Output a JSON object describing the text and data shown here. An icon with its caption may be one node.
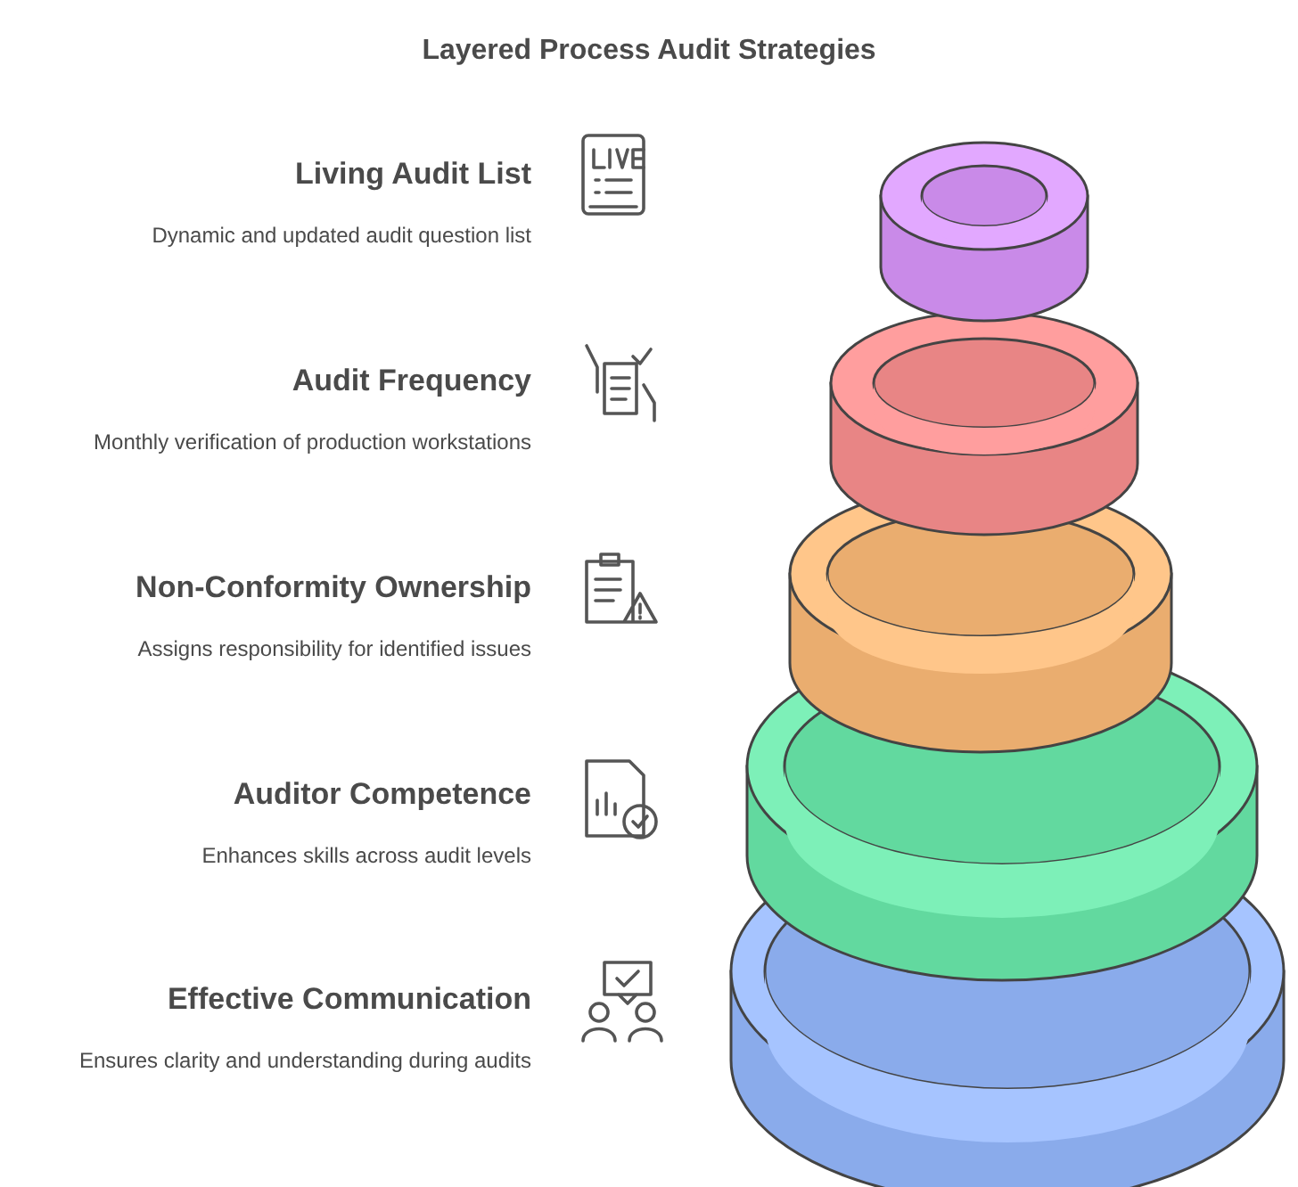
{
  "diagram": {
    "title": "Layered Process Audit Strategies",
    "labels": [
      "Living Audit List",
      "Dynamic and updated audit question list",
      "Audit Frequency",
      "Monthly verification of production workstations",
      "Non-Conformity Ownership",
      "Assigns responsibility for identified issues",
      "Auditor Competence",
      "Enhances skills across audit levels",
      "Effective Communication",
      "Ensures clarity and understanding during audits"
    ]
  }
}
